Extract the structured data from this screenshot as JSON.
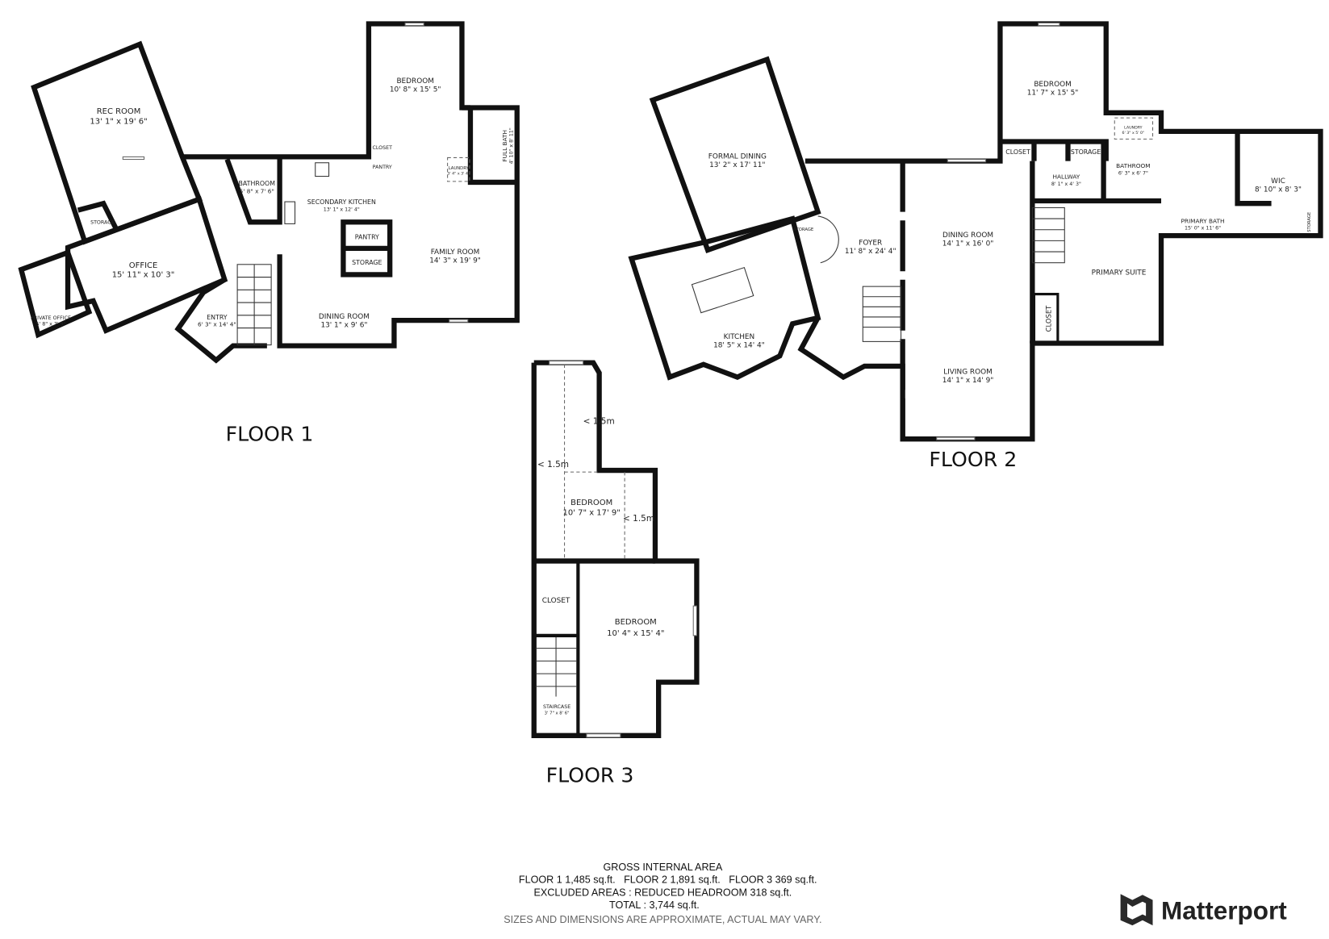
{
  "floors": [
    {
      "title": "FLOOR 1",
      "rooms": [
        {
          "name": "REC ROOM",
          "dims": "13' 1\" x 19' 6\""
        },
        {
          "name": "STORAGE"
        },
        {
          "name": "OFFICE",
          "dims": "15' 11\" x 10' 3\""
        },
        {
          "name": "PRIVATE OFFICE",
          "dims": "5' 8\" x 7' 9\""
        },
        {
          "name": "ENTRY",
          "dims": "6' 3\" x 14' 4\""
        },
        {
          "name": "BATHROOM",
          "dims": "5' 8\" x 7' 6\""
        },
        {
          "name": "SECONDARY KITCHEN",
          "dims": "13' 1\" x 12' 4\""
        },
        {
          "name": "BEDROOM",
          "dims": "10' 8\" x 15' 5\""
        },
        {
          "name": "CLOSET"
        },
        {
          "name": "PANTRY"
        },
        {
          "name": "LAUNDRY",
          "dims": "3' 4\" x 3' 4\""
        },
        {
          "name": "FULL BATH",
          "dims": "4' 10\" x 8' 11\""
        },
        {
          "name": "PANTRY"
        },
        {
          "name": "STORAGE"
        },
        {
          "name": "FAMILY ROOM",
          "dims": "14' 3\" x 19' 9\""
        },
        {
          "name": "DINING ROOM",
          "dims": "13' 1\" x 9' 6\""
        }
      ]
    },
    {
      "title": "FLOOR 2",
      "rooms": [
        {
          "name": "FORMAL DINING",
          "dims": "13' 2\" x 17' 11\""
        },
        {
          "name": "KITCHEN",
          "dims": "18' 5\" x 14' 4\""
        },
        {
          "name": "STORAGE"
        },
        {
          "name": "FOYER",
          "dims": "11' 8\" x 24' 4\""
        },
        {
          "name": "DINING ROOM",
          "dims": "14' 1\" x 16' 0\""
        },
        {
          "name": "LIVING ROOM",
          "dims": "14' 1\" x 14' 9\""
        },
        {
          "name": "BEDROOM",
          "dims": "11' 7\" x 15' 5\""
        },
        {
          "name": "CLOSET"
        },
        {
          "name": "STORAGE"
        },
        {
          "name": "HALLWAY",
          "dims": "8' 1\" x 4' 3\""
        },
        {
          "name": "LAUNDRY",
          "dims": "6' 3\" x 5' 0\""
        },
        {
          "name": "BATHROOM",
          "dims": "6' 3\" x 6' 7\""
        },
        {
          "name": "WIC",
          "dims": "8' 10\" x 8' 3\""
        },
        {
          "name": "PRIMARY BATH",
          "dims": "15' 0\" x 11' 6\""
        },
        {
          "name": "STORAGE"
        },
        {
          "name": "PRIMARY SUITE"
        },
        {
          "name": "CLOSET"
        }
      ]
    },
    {
      "title": "FLOOR 3",
      "rooms": [
        {
          "name": "BEDROOM",
          "dims": "10' 7\" x 17' 9\""
        },
        {
          "name": "CLOSET"
        },
        {
          "name": "BEDROOM",
          "dims": "10' 4\" x 15' 4\""
        },
        {
          "name": "STAIRCASE",
          "dims": "3' 7\" x 8' 6\""
        }
      ],
      "headroom_marks": [
        "< 1.5m",
        "< 1.5m",
        "< 1.5m"
      ]
    }
  ],
  "summary": {
    "heading": "GROSS INTERNAL AREA",
    "floors_line": "FLOOR 1 1,485 sq.ft.   FLOOR 2 1,891 sq.ft.   FLOOR 3 369 sq.ft.",
    "excluded_line": "EXCLUDED AREAS :  REDUCED HEADROOM 318 sq.ft.",
    "total_line": "TOTAL :  3,744 sq.ft.",
    "disclaimer": "SIZES AND DIMENSIONS ARE APPROXIMATE, ACTUAL MAY VARY."
  },
  "brand": {
    "name": "Matterport"
  },
  "colors": {
    "wall": "#111111",
    "text": "#222222",
    "disclaimer": "#666666"
  }
}
